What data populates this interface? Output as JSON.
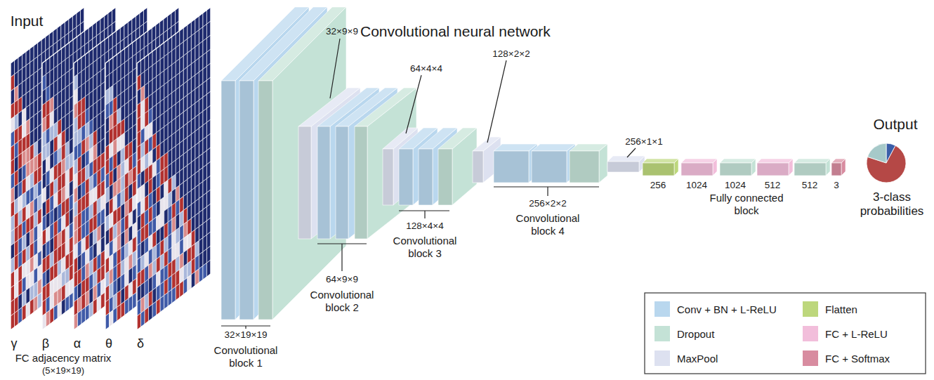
{
  "diagram": {
    "labels": [
      "Input",
      "Convolutional neural network",
      "32×9×9",
      "64×4×4",
      "128×2×2",
      "256×1×1",
      "Output",
      "256",
      "1024",
      "1024",
      "512",
      "512",
      "3",
      "3-class probabilities",
      "Fully connected block",
      "128×4×4",
      "Convolutional block 3",
      "256×2×2",
      "Convolutional block 4",
      "64×9×9",
      "Convolutional block 2",
      "γ",
      "β",
      "α",
      "θ",
      "δ",
      "FC adjacency matrix",
      "(5×19×19)",
      "32×19×19",
      "Convolutional block 1"
    ],
    "legend": [
      {
        "text": "Conv + BN + L-ReLU",
        "color": "#b9d7ee"
      },
      {
        "text": "Dropout",
        "color": "#c4e2d6"
      },
      {
        "text": "MaxPool",
        "color": "#dde1f0"
      },
      {
        "text": "Flatten",
        "color": "#bdd77c"
      },
      {
        "text": "FC + L-ReLU",
        "color": "#f2bedb"
      },
      {
        "text": "FC + Softmax",
        "color": "#d88ca0"
      }
    ]
  }
}
